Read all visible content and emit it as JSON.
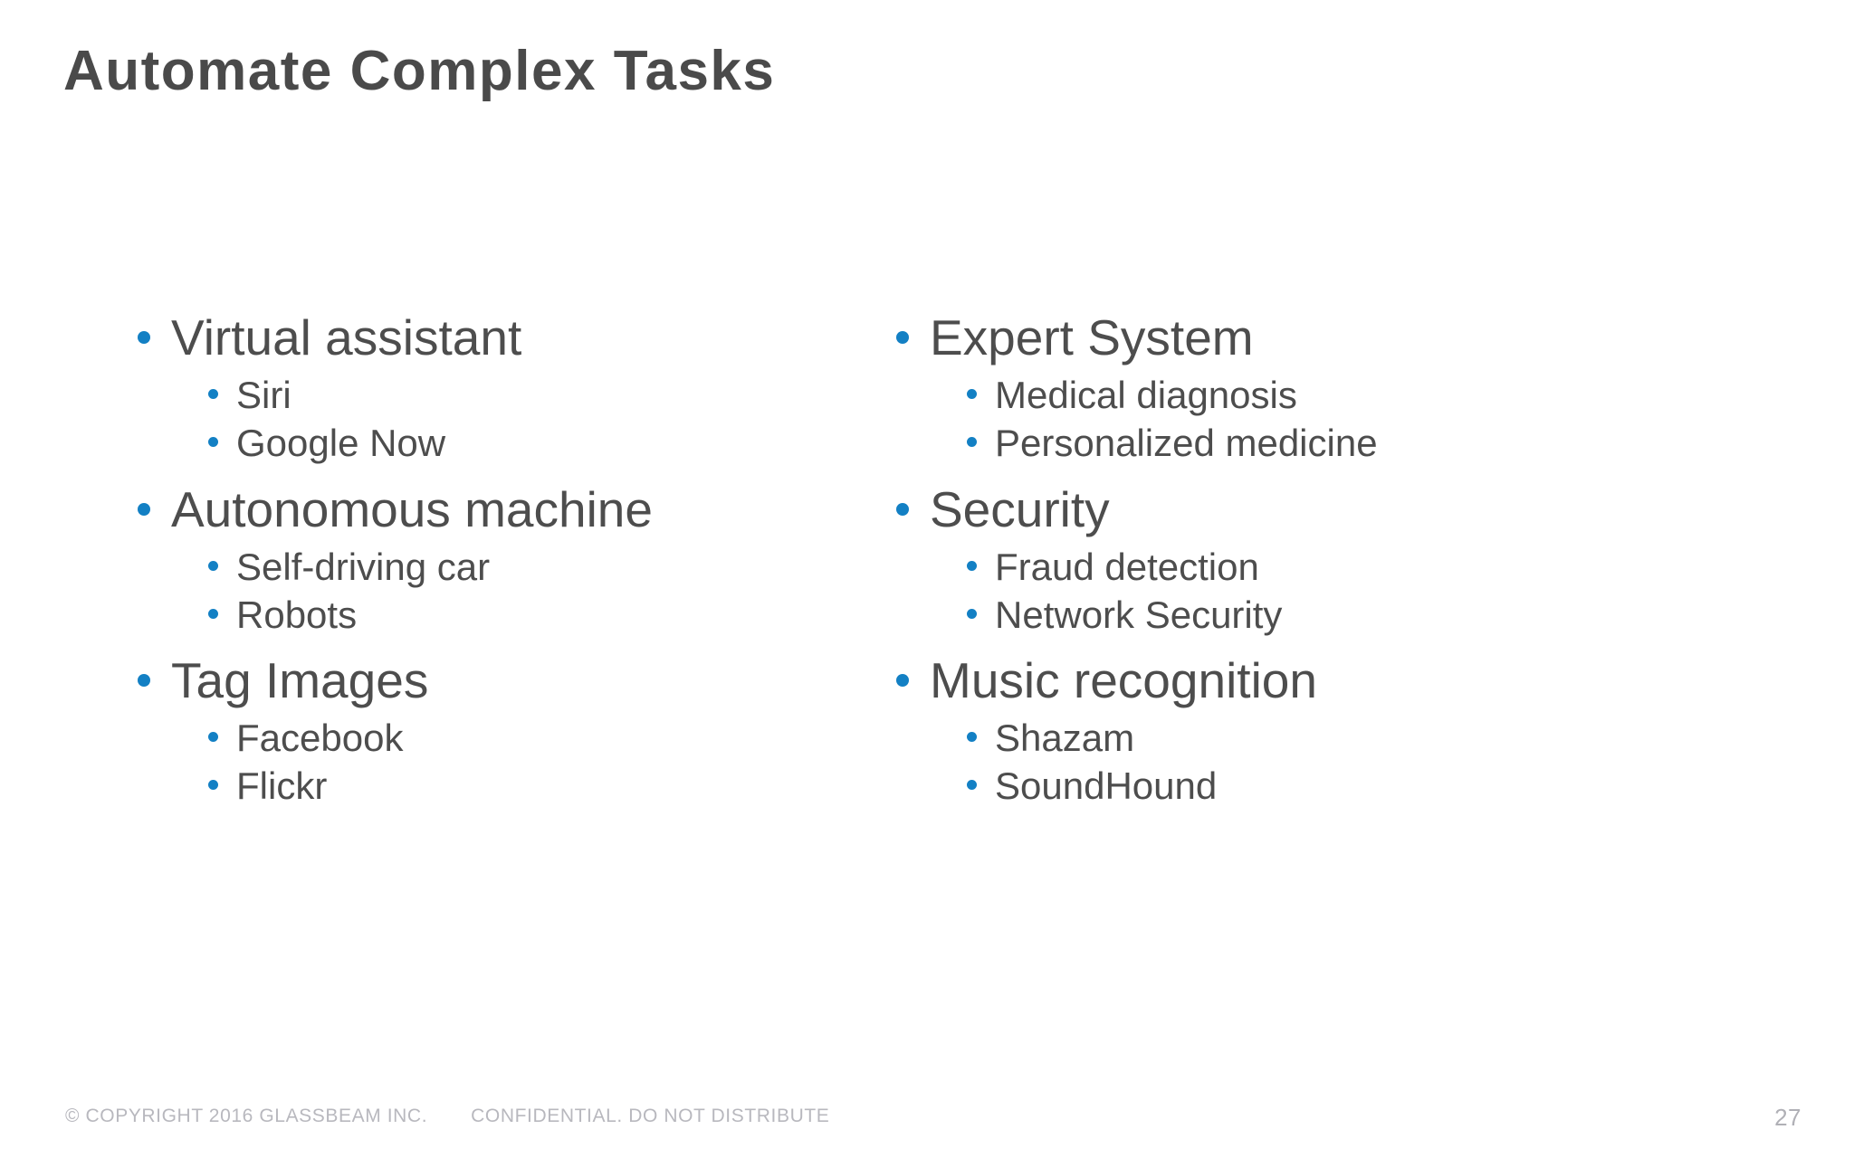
{
  "slide": {
    "title": "Automate Complex Tasks",
    "page_number": "27",
    "accent_color": "#1380c4",
    "text_color": "#4d4d4d",
    "title_color": "#4a4a4a",
    "footer_color": "#b8b8be",
    "background_color": "#ffffff"
  },
  "columns": {
    "left": [
      {
        "label": "Virtual assistant",
        "children": [
          {
            "label": "Siri"
          },
          {
            "label": "Google Now"
          }
        ]
      },
      {
        "label": "Autonomous machine",
        "children": [
          {
            "label": "Self-driving car"
          },
          {
            "label": "Robots"
          }
        ]
      },
      {
        "label": "Tag Images",
        "children": [
          {
            "label": "Facebook"
          },
          {
            "label": "Flickr"
          }
        ]
      }
    ],
    "right": [
      {
        "label": "Expert System",
        "children": [
          {
            "label": "Medical diagnosis"
          },
          {
            "label": "Personalized medicine"
          }
        ]
      },
      {
        "label": "Security",
        "children": [
          {
            "label": "Fraud detection"
          },
          {
            "label": "Network Security"
          }
        ]
      },
      {
        "label": "Music recognition",
        "children": [
          {
            "label": "Shazam"
          },
          {
            "label": "SoundHound"
          }
        ]
      }
    ]
  },
  "footer": {
    "copyright": "© COPYRIGHT 2016  GLASSBEAM INC.",
    "confidential": "CONFIDENTIAL. DO NOT DISTRIBUTE"
  }
}
